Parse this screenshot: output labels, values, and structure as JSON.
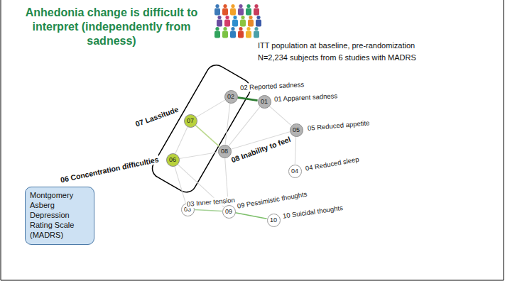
{
  "diagram": {
    "title": "Anhedonia change is difficult to interpret (independently from sadness)",
    "nodes": [
      {
        "text": [
          "02",
          "02 Reported sadness"
        ]
      },
      {
        "text": [
          "01",
          "01 Apparent sadness"
        ]
      },
      {
        "text": [
          "07",
          "07 Lassitude"
        ]
      },
      {
        "text": [
          "05",
          "05 Reduced appetite"
        ]
      },
      {
        "text": [
          "08",
          "08 Inability to feel"
        ]
      },
      {
        "text": [
          "06",
          "06 Concentration difficulties"
        ]
      },
      {
        "text": [
          "04",
          "04 Reduced sleep"
        ]
      },
      {
        "text": [
          "03",
          "03 Inner tension"
        ]
      },
      {
        "text": [
          "09",
          "09 Pessimistic thoughts"
        ]
      },
      {
        "text": [
          "10",
          "10 Suicidal thoughts"
        ]
      },
      {
        "text": [
          "Montgomery Asberg Depression Rating Scale (MADRS)"
        ]
      }
    ],
    "edges": [
      {
        "from": 0,
        "to": 1,
        "arrow": "none"
      },
      {
        "from": 1,
        "to": 3,
        "arrow": "none"
      },
      {
        "from": 1,
        "to": 4,
        "arrow": "none"
      },
      {
        "from": 0,
        "to": 2,
        "arrow": "none"
      },
      {
        "from": 0,
        "to": 4,
        "arrow": "none"
      },
      {
        "from": 2,
        "to": 4,
        "arrow": "none"
      },
      {
        "from": 2,
        "to": 5,
        "arrow": "none"
      },
      {
        "from": 5,
        "to": 4,
        "arrow": "none"
      },
      {
        "from": 4,
        "to": 3,
        "arrow": "none"
      },
      {
        "from": 3,
        "to": 6,
        "arrow": "none"
      },
      {
        "from": 5,
        "to": 7,
        "arrow": "none"
      },
      {
        "from": 4,
        "to": 8,
        "arrow": "none"
      },
      {
        "from": 7,
        "to": 8,
        "arrow": "none"
      },
      {
        "from": 8,
        "to": 9,
        "arrow": "none"
      },
      {
        "from": 5,
        "to": 8,
        "arrow": "none"
      }
    ],
    "labels": [
      "ITT population at baseline, pre-randomization",
      "N=2,234 subjects from 6 studies with MADRS"
    ]
  }
}
